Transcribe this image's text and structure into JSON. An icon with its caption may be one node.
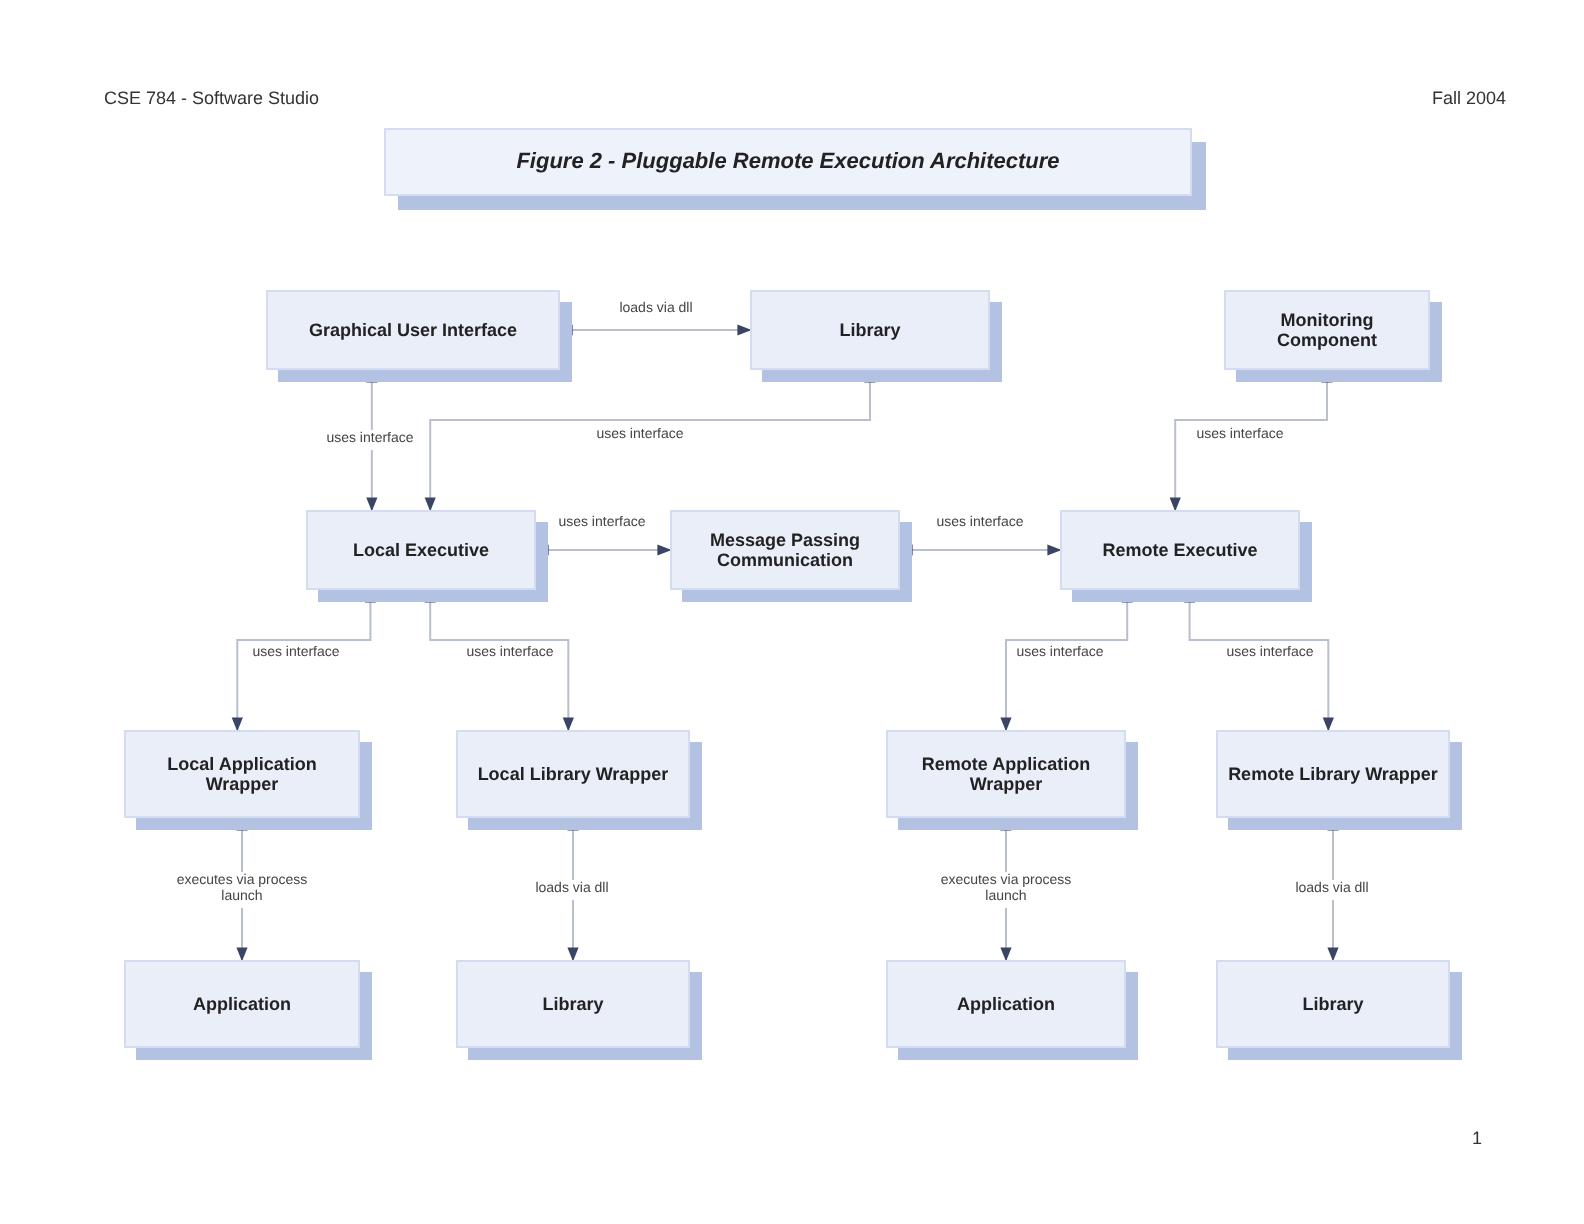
{
  "diagram": {
    "title": "Figure 2 - Pluggable Remote Execution Architecture",
    "nodes": [
      {
        "text": [
          "Graphical User Interface"
        ]
      },
      {
        "text": [
          "Library"
        ]
      },
      {
        "text": [
          "Monitoring Component"
        ]
      },
      {
        "text": [
          "Local Executive"
        ]
      },
      {
        "text": [
          "Message Passing Communication"
        ]
      },
      {
        "text": [
          "Remote Executive"
        ]
      },
      {
        "text": [
          "Local Application Wrapper"
        ]
      },
      {
        "text": [
          "Local Library Wrapper"
        ]
      },
      {
        "text": [
          "Remote Application Wrapper"
        ]
      },
      {
        "text": [
          "Remote Library Wrapper"
        ]
      },
      {
        "text": [
          "Application"
        ]
      },
      {
        "text": [
          "Library"
        ]
      },
      {
        "text": [
          "Application"
        ]
      },
      {
        "text": [
          "Library"
        ]
      }
    ],
    "edges": [
      {
        "from": 0,
        "to": 1,
        "arrow": "both",
        "label": "loads via dll"
      },
      {
        "from": 0,
        "to": 3,
        "arrow": "both",
        "label": "uses interface"
      },
      {
        "from": 1,
        "to": 3,
        "arrow": "both",
        "label": "uses interface"
      },
      {
        "from": 2,
        "to": 5,
        "arrow": "both",
        "label": "uses interface"
      },
      {
        "from": 3,
        "to": 4,
        "arrow": "both",
        "label": "uses interface"
      },
      {
        "from": 4,
        "to": 5,
        "arrow": "both",
        "label": "uses interface"
      },
      {
        "from": 3,
        "to": 6,
        "arrow": "both",
        "label": "uses interface"
      },
      {
        "from": 3,
        "to": 7,
        "arrow": "both",
        "label": "uses interface"
      },
      {
        "from": 5,
        "to": 8,
        "arrow": "both",
        "label": "uses interface"
      },
      {
        "from": 5,
        "to": 9,
        "arrow": "both",
        "label": "uses interface"
      },
      {
        "from": 6,
        "to": 10,
        "arrow": "both",
        "label": "executes via process launch"
      },
      {
        "from": 7,
        "to": 11,
        "arrow": "both",
        "label": "loads via dll"
      },
      {
        "from": 8,
        "to": 12,
        "arrow": "both",
        "label": "executes via process launch"
      },
      {
        "from": 9,
        "to": 13,
        "arrow": "both",
        "label": "loads via dll"
      }
    ],
    "labels": [
      "CSE 784 - Software Studio",
      "Fall 2004",
      "1"
    ]
  }
}
